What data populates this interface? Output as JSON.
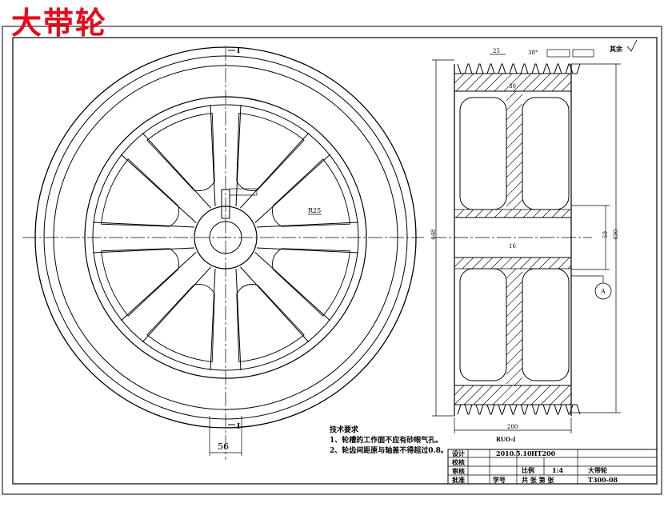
{
  "drawing": {
    "title": "大带轮",
    "section_mark": "I",
    "dims": {
      "keyway_width": "56",
      "face_width": "200",
      "bore": "50",
      "outer_dia": "448",
      "hub_dia": "430",
      "groove_pitch": "25",
      "groove_angle": "38°",
      "small_width": "30",
      "fillet_r": "R25",
      "roughness_web": "16",
      "datum": "A",
      "section_label": "RUO-I"
    },
    "roughness_corner": "其余",
    "notes": {
      "heading": "技术要求",
      "line1": "1、轮槽的工作面不应有砂眼气孔。",
      "line2": "2、轮齿间距原与轴盖不得超过0.8。"
    },
    "title_block": {
      "design": "设计",
      "check": "校核",
      "review": "审核",
      "approve": "批准",
      "date_cell": "2010.5.10",
      "material": "HT200",
      "scale_label": "比例",
      "scale": "1:4",
      "part_name": "大带轮",
      "sheet_info": "共 张 第 张",
      "drawing_no": "T300-08",
      "misc": "学号"
    }
  }
}
